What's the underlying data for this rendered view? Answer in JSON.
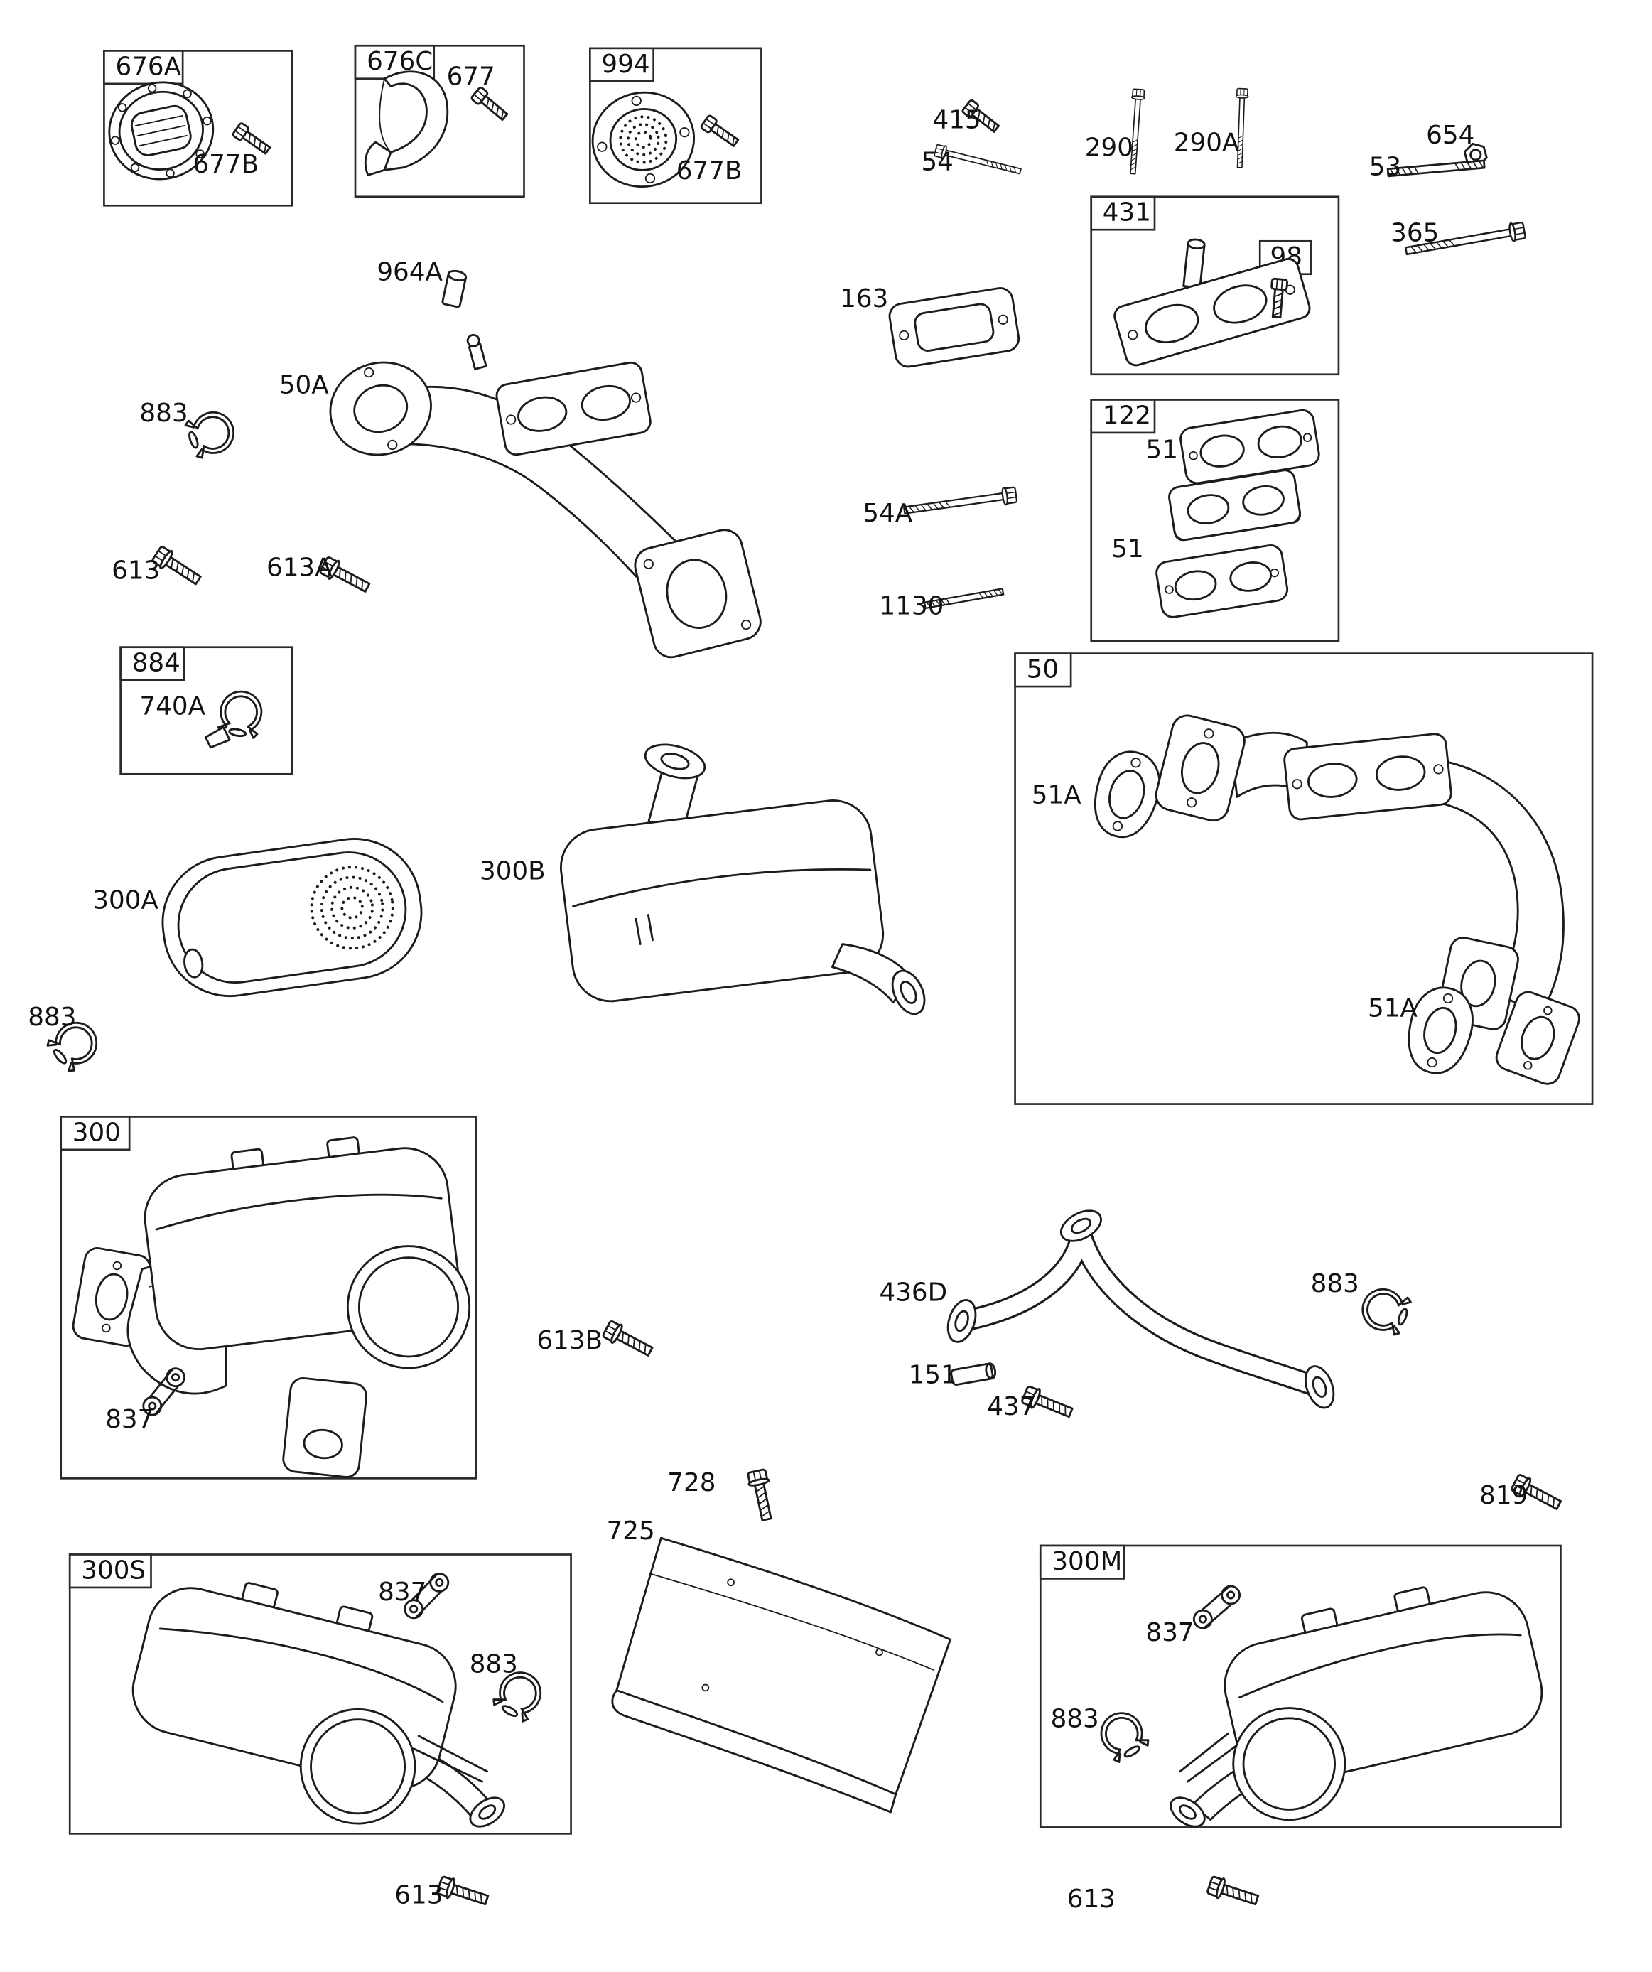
{
  "page": {
    "background_color": "#ffffff",
    "line_color": "#1c1c1c",
    "text_color": "#111111"
  },
  "diagram": {
    "labels": {
      "b676A": "676A",
      "s677B_a": "677B",
      "b676C": "676C",
      "s677": "677",
      "b994": "994",
      "s677B_b": "677B",
      "s415": "415",
      "s54": "54",
      "s290": "290",
      "s290A": "290A",
      "s654": "654",
      "s53": "53",
      "b431": "431",
      "b98": "98",
      "s365": "365",
      "s964A": "964A",
      "s163": "163",
      "s50A": "50A",
      "s883_a": "883",
      "b122": "122",
      "s51_a": "51",
      "s51_b": "51",
      "s54A": "54A",
      "s613_a": "613",
      "s613A": "613A",
      "s1130": "1130",
      "b884": "884",
      "s740A": "740A",
      "b50": "50",
      "s51A_a": "51A",
      "s51A_b": "51A",
      "s300A": "300A",
      "s300B": "300B",
      "s883_b": "883",
      "b300": "300",
      "s837_a": "837",
      "s436D": "436D",
      "s883_c": "883",
      "s613B": "613B",
      "s151": "151",
      "s437": "437",
      "s728": "728",
      "s819": "819",
      "s725": "725",
      "b300S": "300S",
      "s837_b": "837",
      "s883_d": "883",
      "b300M": "300M",
      "s837_c": "837",
      "s883_e": "883",
      "s613_b": "613",
      "s613_c": "613"
    }
  }
}
